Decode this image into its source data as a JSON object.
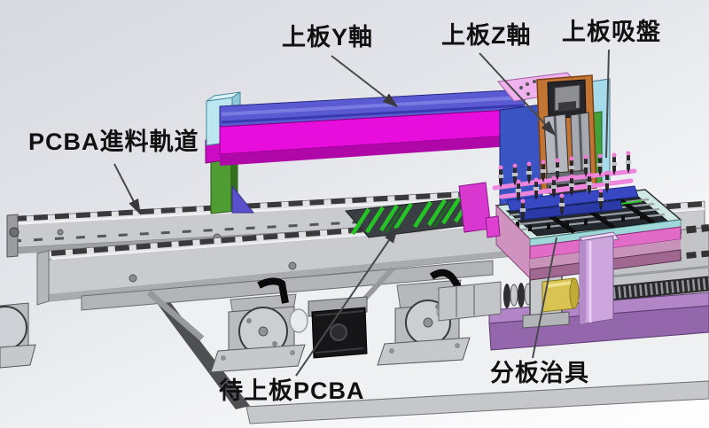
{
  "annotations": {
    "y_axis": {
      "label": "上板Y軸"
    },
    "z_axis": {
      "label": "上板Z軸"
    },
    "suction_plate": {
      "label": "上板吸盤"
    },
    "feed_rail": {
      "label": "PCBA進料軌道"
    },
    "waiting_pcba": {
      "label": "待上板PCBA"
    },
    "separation_fixture": {
      "label": "分板治具"
    }
  },
  "colors": {
    "label_text": "#111111",
    "beam_magenta": "#e60ddd",
    "beam_blue": "#5a5ad2",
    "post_green": "#4f9c33",
    "cap_cyan": "#bce6f0",
    "z_plate_orange": "#c17434",
    "top_plate_pink": "#f0b2ee",
    "column_blue": "#3b54c4",
    "suction_pink": "#ef86de",
    "fixture_pink": "#e06cc8",
    "fixture_purple": "#a06890",
    "pcb_green": "#24c424",
    "rail_gray": "#c9cbce",
    "base_gray": "#eef0f2",
    "screw_dark": "#2a2a2c",
    "coupling_gold": "#d9c453",
    "support_lavender": "#cda6de",
    "leader_line": "#4a4a4c"
  }
}
